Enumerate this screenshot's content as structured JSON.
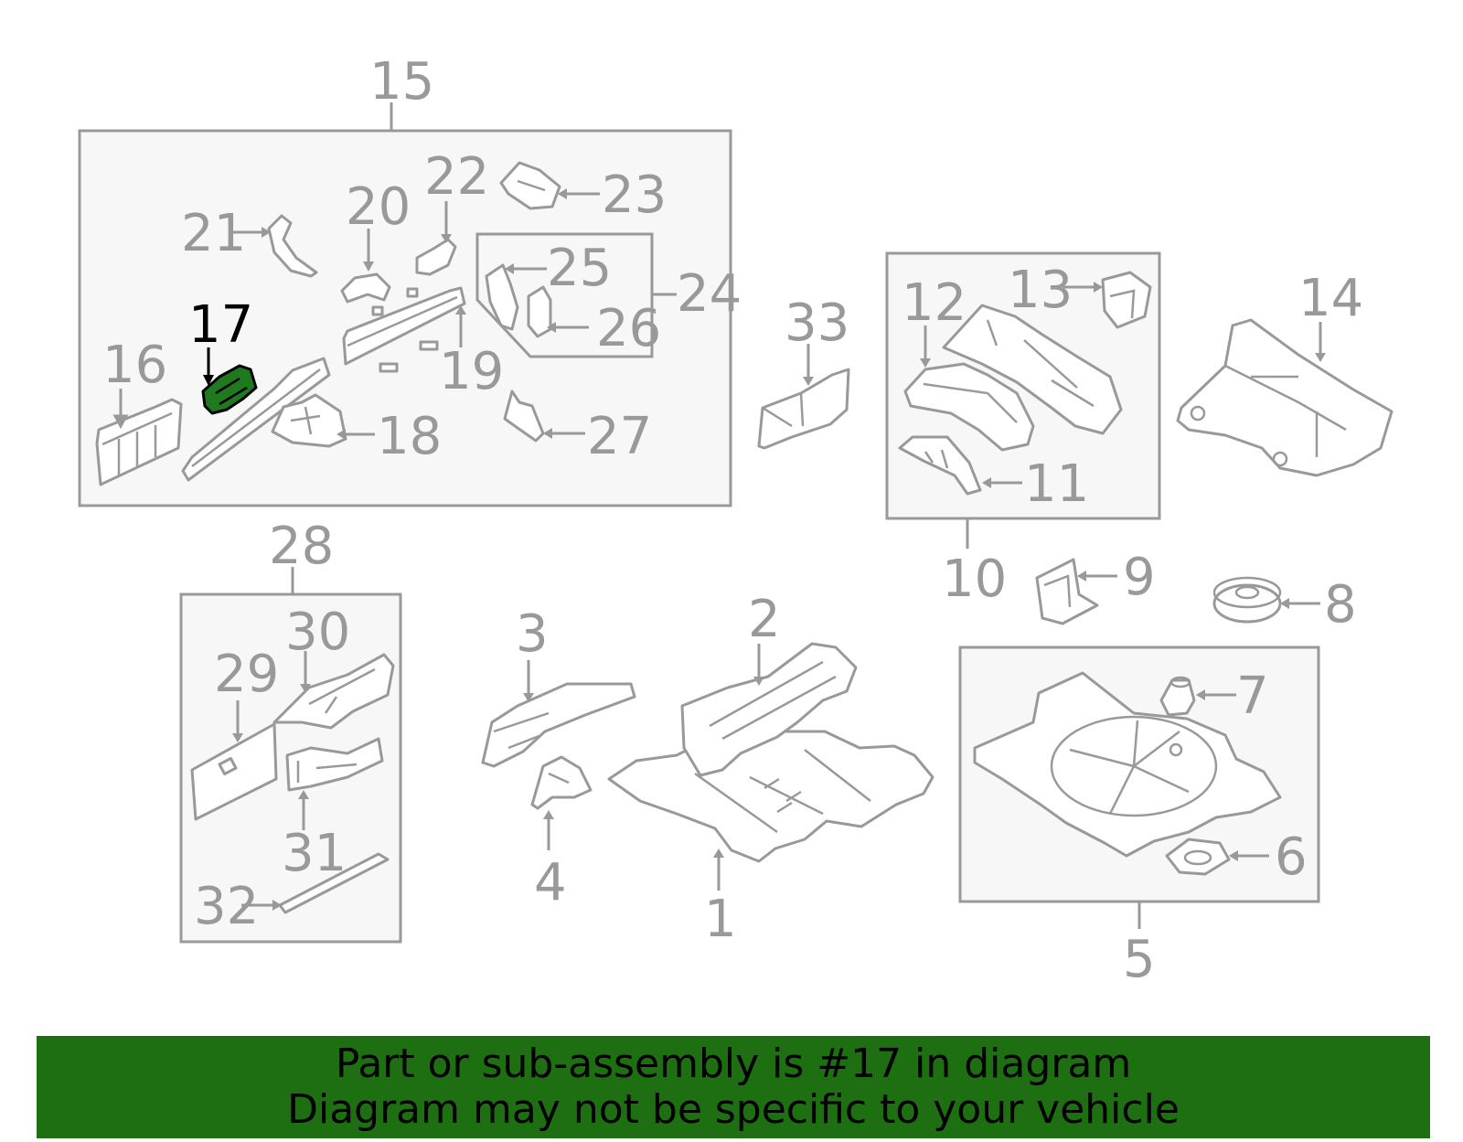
{
  "labels": {
    "l1": "1",
    "l2": "2",
    "l3": "3",
    "l4": "4",
    "l5": "5",
    "l6": "6",
    "l7": "7",
    "l8": "8",
    "l9": "9",
    "l10": "10",
    "l11": "11",
    "l12": "12",
    "l13": "13",
    "l14": "14",
    "l15": "15",
    "l16": "16",
    "l17": "17",
    "l18": "18",
    "l19": "19",
    "l20": "20",
    "l21": "21",
    "l22": "22",
    "l23": "23",
    "l24": "24",
    "l25": "25",
    "l26": "26",
    "l27": "27",
    "l28": "28",
    "l29": "29",
    "l30": "30",
    "l31": "31",
    "l32": "32",
    "l33": "33"
  },
  "highlighted_part": "17",
  "banner": {
    "line1": "Part or sub-assembly is #17 in diagram",
    "line2": "Diagram may not be specific to your vehicle"
  },
  "colors": {
    "banner_background": "#1e6e12",
    "highlight": "#1f7a1f",
    "line_art": "#999999"
  }
}
